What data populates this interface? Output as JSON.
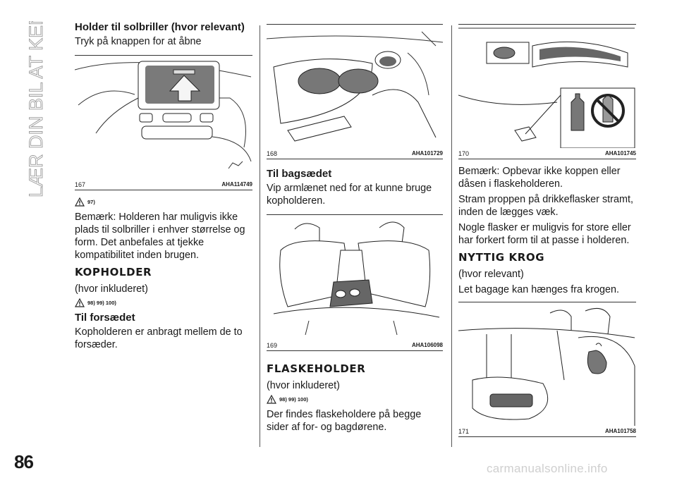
{
  "side_title": "LÆR DIN BIL AT KENDE",
  "page_number": "86",
  "watermark": "carmanualsonline.info",
  "col1": {
    "heading": "Holder til solbriller (hvor relevant)",
    "intro": "Tryk på knappen for at åbne",
    "figure": {
      "number": "167",
      "code": "AHA114749"
    },
    "warn_refs": "97)",
    "note": "Bemærk: Holderen har muligvis ikke plads til solbriller i enhver størrelse og form. Det anbefales at tjekke kompatibilitet inden brugen.",
    "section": "KOPHOLDER",
    "avail": "(hvor inkluderet)",
    "warn_refs2": "98) 99) 100)",
    "sub": "Til forsædet",
    "text": "Kopholderen er anbragt mellem de to forsæder."
  },
  "col2": {
    "figure1": {
      "number": "168",
      "code": "AHA101729"
    },
    "sub": "Til bagsædet",
    "text": "Vip armlænet ned for at kunne bruge kopholderen.",
    "figure2": {
      "number": "169",
      "code": "AHA106098"
    },
    "section": "FLASKEHOLDER",
    "avail": "(hvor inkluderet)",
    "warn_refs": "98) 99) 100)",
    "text2": "Der findes flaskeholdere på begge sider af for- og bagdørene."
  },
  "col3": {
    "figure1": {
      "number": "170",
      "code": "AHA101745"
    },
    "p1": "Bemærk: Opbevar ikke koppen eller dåsen i flaskeholderen.",
    "p2": "Stram proppen på drikkeflasker stramt, inden de lægges væk.",
    "p3": "Nogle flasker er muligvis for store eller har forkert form til at passe i holderen.",
    "section": "NYTTIG KROG",
    "avail": "(hvor relevant)",
    "text": "Let bagage kan hænges fra krogen.",
    "figure2": {
      "number": "171",
      "code": "AHA101758"
    }
  }
}
